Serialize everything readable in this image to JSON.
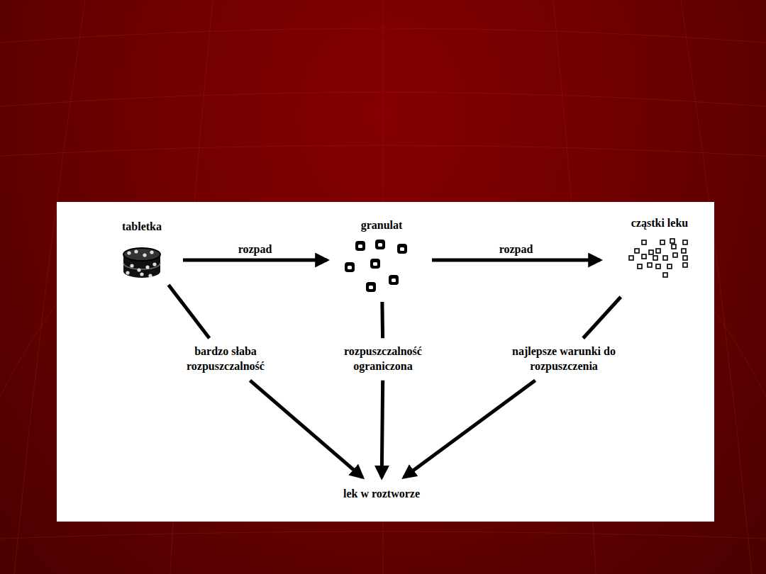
{
  "diagram": {
    "nodes": [
      {
        "text": [
          "tabletka"
        ]
      },
      {
        "text": [
          "granulat"
        ]
      },
      {
        "text": [
          "cząstki leku"
        ]
      },
      {
        "text": [
          "bardzo słaba rozpuszczalność"
        ]
      },
      {
        "text": [
          "rozpuszczalność ograniczona"
        ]
      },
      {
        "text": [
          "najlepsze warunki do rozpuszczenia"
        ]
      },
      {
        "text": [
          "lek w roztworze"
        ]
      }
    ],
    "edges": [
      {
        "from": 0,
        "to": 1,
        "label": "rozpad",
        "arrow": "to"
      },
      {
        "from": 1,
        "to": 2,
        "label": "rozpad",
        "arrow": "to"
      },
      {
        "from": 0,
        "to": 3,
        "arrow": "none"
      },
      {
        "from": 3,
        "to": 6,
        "arrow": "to"
      },
      {
        "from": 1,
        "to": 4,
        "arrow": "none"
      },
      {
        "from": 4,
        "to": 6,
        "arrow": "to"
      },
      {
        "from": 2,
        "to": 5,
        "arrow": "none"
      },
      {
        "from": 5,
        "to": 6,
        "arrow": "to"
      }
    ]
  }
}
